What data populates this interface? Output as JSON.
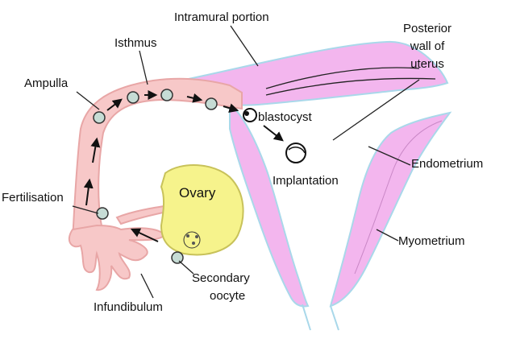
{
  "colors": {
    "tube_fill": "#f7c8c8",
    "tube_stroke": "#e8a6a6",
    "uterus_fill": "#f3b6ee",
    "uterus_stroke": "#c987c6",
    "uterus_edge": "#a9d8ea",
    "ovary_fill": "#f6f38c",
    "ovary_stroke": "#c8c25a",
    "cell_fill": "#c6dcd5",
    "cell_stroke": "#333333",
    "label": "#111111"
  },
  "labels": {
    "intramural_portion": "Intramural portion",
    "posterior_wall_line1": "Posterior",
    "posterior_wall_line2": "wall of",
    "posterior_wall_line3": "uterus",
    "isthmus": "Isthmus",
    "ampulla": "Ampulla",
    "blastocyst": "blastocyst",
    "implantation": "Implantation",
    "endometrium": "Endometrium",
    "ovary": "Ovary",
    "fertilisation": "Fertilisation",
    "myometrium": "Myometrium",
    "secondary_oocyte_line1": "Secondary",
    "secondary_oocyte_line2": "oocyte",
    "infundibulum": "Infundibulum"
  },
  "icons": {
    "arrow": "arrow-icon",
    "embryo_cell": "embryo-cell-icon",
    "blastocyst": "blastocyst-icon"
  }
}
